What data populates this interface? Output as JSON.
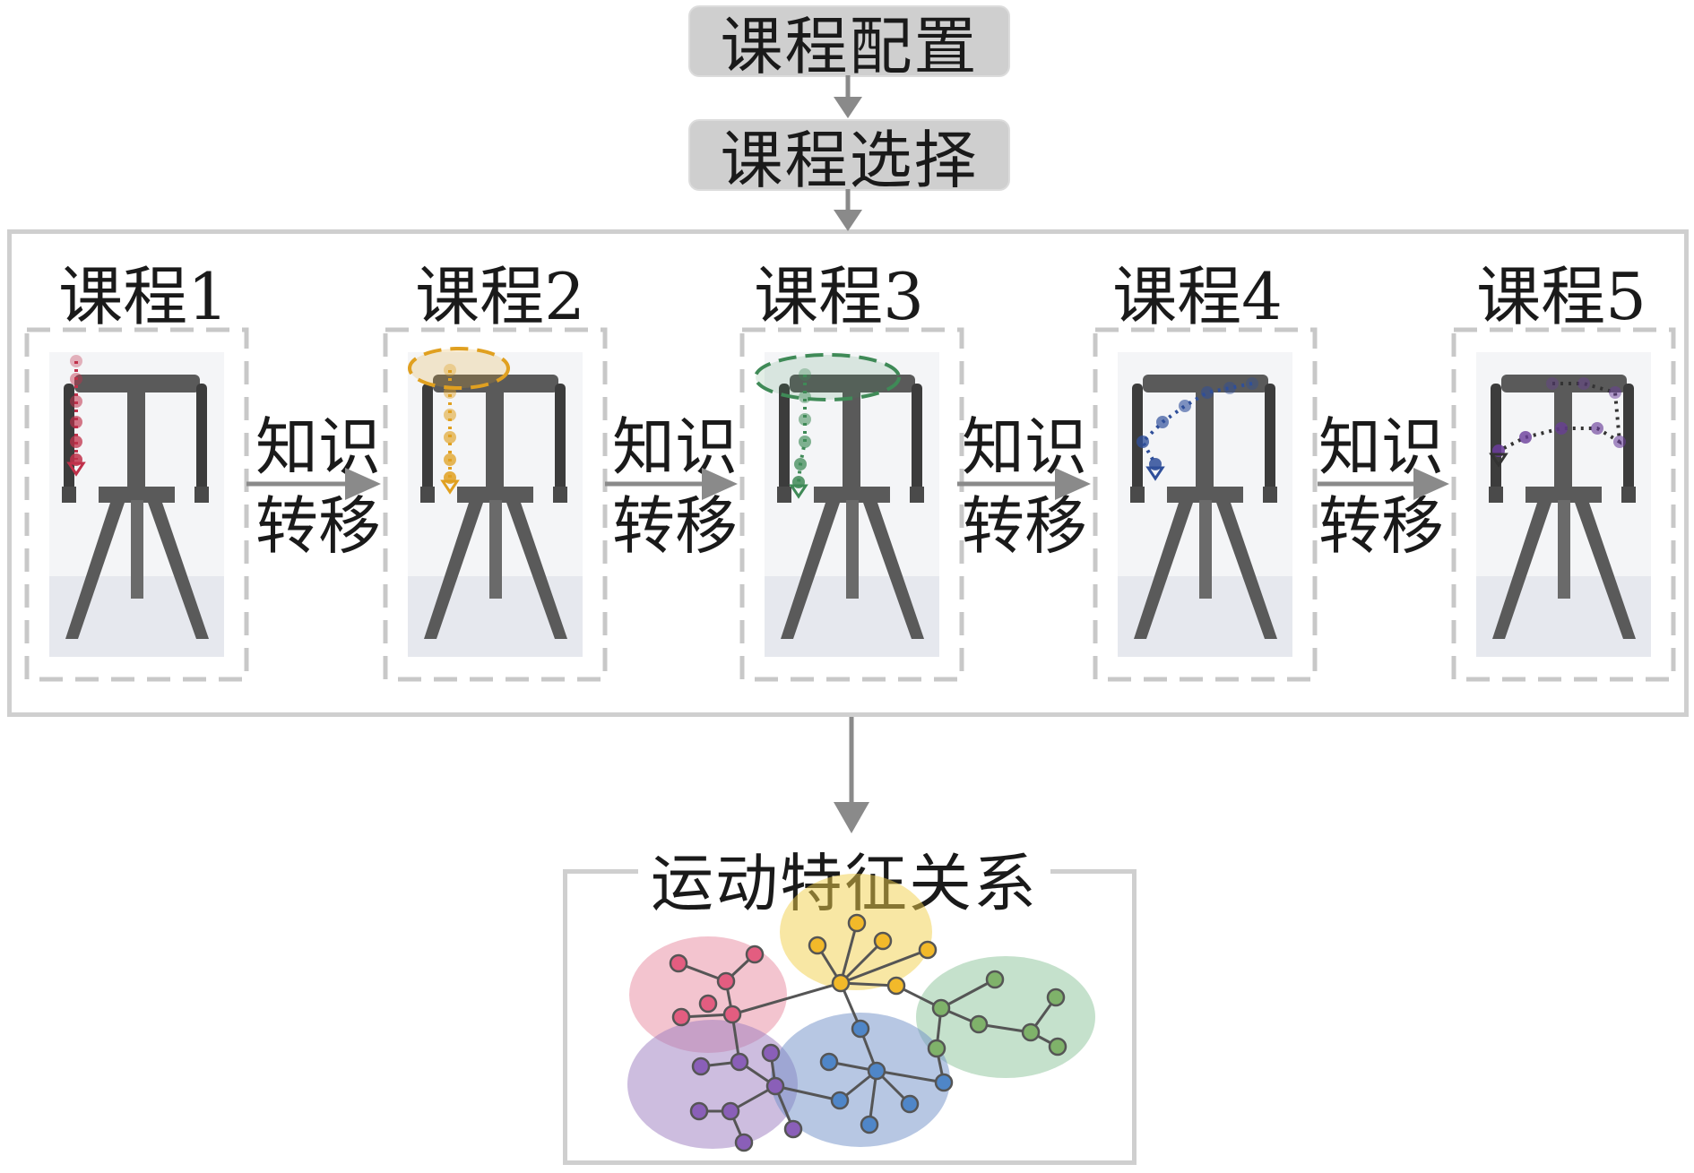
{
  "top": {
    "config_label": "课程配置",
    "select_label": "课程选择"
  },
  "courses": [
    {
      "title": "课程1",
      "trajectory_color": "#c0304a"
    },
    {
      "title": "课程2",
      "trajectory_color": "#e0a020"
    },
    {
      "title": "课程3",
      "trajectory_color": "#3f8a57"
    },
    {
      "title": "课程4",
      "trajectory_color": "#2f4f9a"
    },
    {
      "title": "课程5",
      "trajectory_color": "#6a3d9a"
    }
  ],
  "transfer": {
    "line1": "知识",
    "line2": "转移"
  },
  "motion": {
    "title": "运动特征关系"
  },
  "cluster_colors": {
    "pink": "#e88aa0",
    "yellow": "#f2cf4a",
    "green": "#8cc49a",
    "purple": "#9b7cc0",
    "blue": "#6f8fc8"
  }
}
